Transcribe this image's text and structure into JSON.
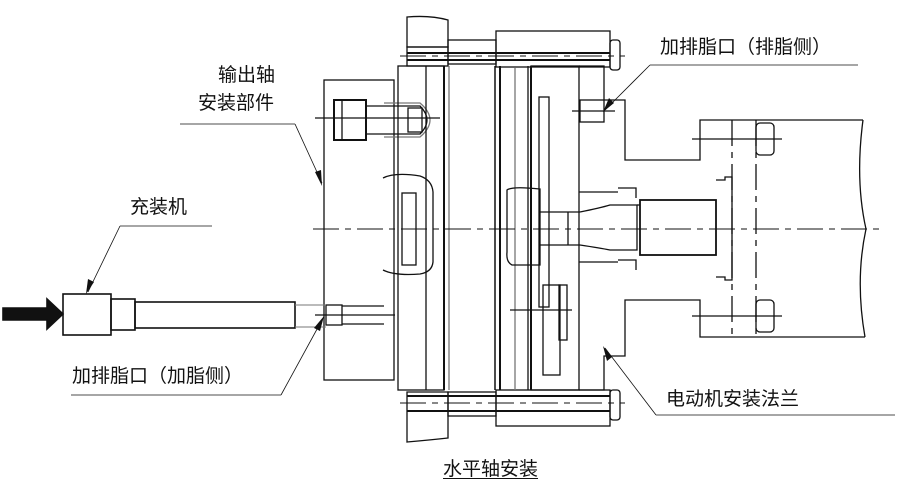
{
  "diagram": {
    "title": "水平轴安装",
    "labels": {
      "output_shaft_line1": "输出轴",
      "output_shaft_line2": "安装部件",
      "filler": "充装机",
      "grease_port_drain": "加排脂口（排脂侧）",
      "grease_port_fill": "加排脂口（加脂侧）",
      "motor_flange": "电动机安装法兰"
    },
    "colors": {
      "line": "#111111",
      "hidden_line": "#777777",
      "background": "#ffffff"
    }
  }
}
